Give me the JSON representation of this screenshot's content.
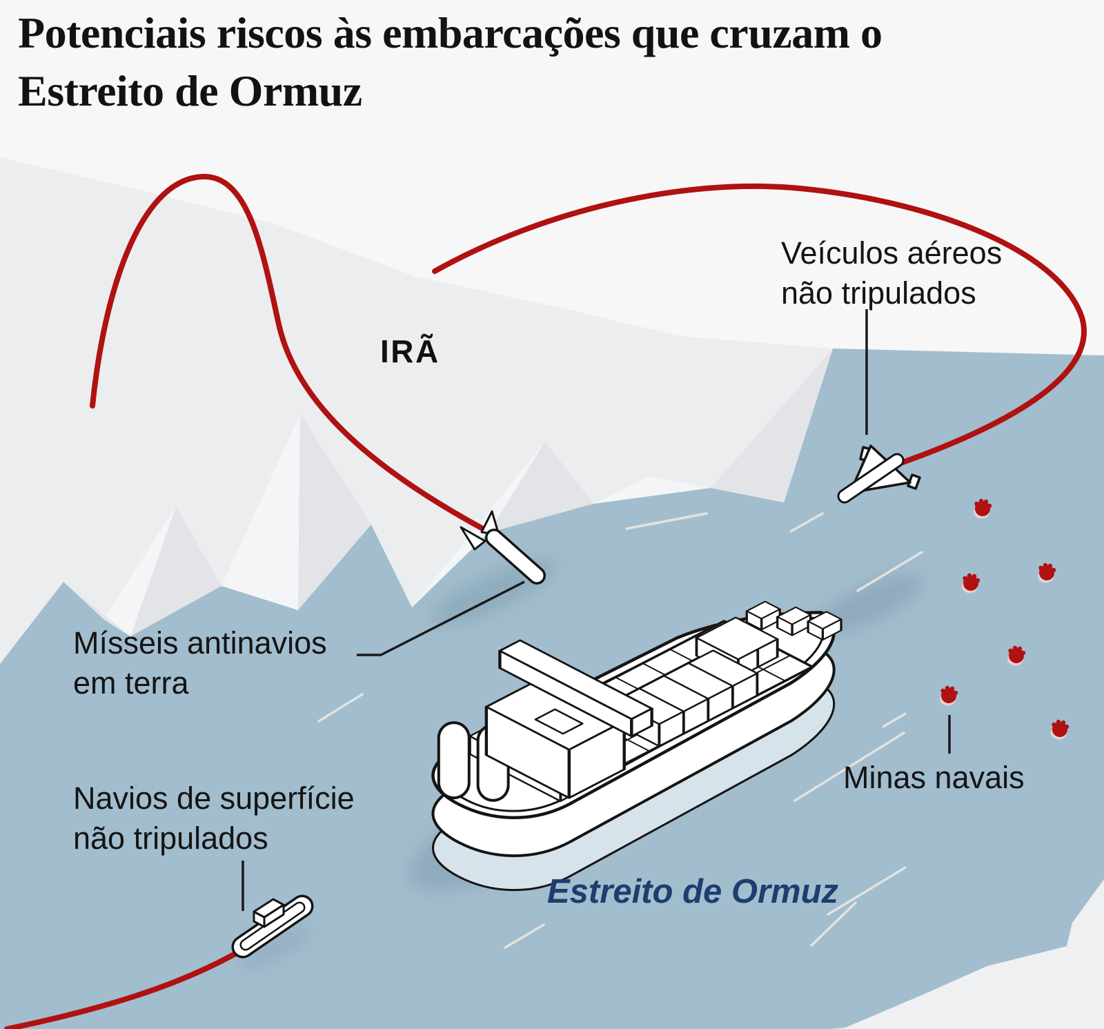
{
  "header": {
    "title": "Potenciais riscos às embarcações que cruzam o Estreito de Ormuz"
  },
  "map": {
    "region_label": "IRÃ",
    "sea_label": "Estreito de Ormuz",
    "vessel_icon": "container-ship-icon",
    "mine_count": 6,
    "threats": [
      {
        "id": "uav",
        "label": "Veículos aéreos\nnão tripulados",
        "icon": "uav-drone-icon"
      },
      {
        "id": "missiles",
        "label": "Mísseis antinavios\nem terra",
        "icon": "anti-ship-missile-icon"
      },
      {
        "id": "usv",
        "label": "Navios de superfície\nnão tripulados",
        "icon": "unmanned-surface-vessel-icon"
      },
      {
        "id": "mines",
        "label": "Minas navais",
        "icon": "naval-mine-icon"
      }
    ]
  },
  "colors": {
    "bg": "#f7f7f8",
    "land": "#ecedef",
    "landShade": "#e2e4e7",
    "landLight": "#f4f5f7",
    "landFar": "#eff0f2",
    "sea": "#a2bdcd",
    "seaShadow": "#7b99ae",
    "waterline": "#d7e3ea",
    "red": "#b01111",
    "ink": "#141414",
    "navy": "#1d3e6e",
    "wave": "#efeae2",
    "mineShadow": "#e8d0d4"
  }
}
